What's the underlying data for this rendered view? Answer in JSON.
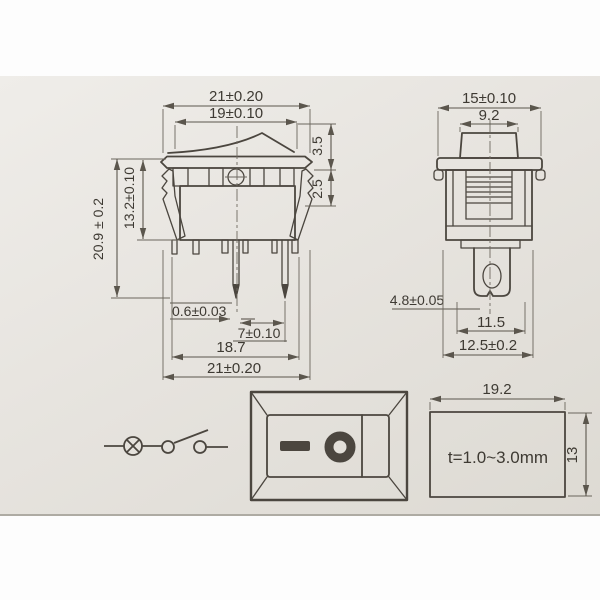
{
  "drawing": {
    "front_view": {
      "width_top": "21±0.20",
      "width_inner": "19±0.10",
      "rocker_height": "3.5",
      "flange_depth": "2.5",
      "total_height": "20.9 ± 0.2",
      "body_height": "13.2±0.10",
      "terminal_thickness": "0.6±0.03",
      "terminal_pitch": "7±0.10",
      "terminal_span": "18.7",
      "width_bottom": "21±0.20"
    },
    "side_view": {
      "flange_width": "15±0.10",
      "button_width": "9.2",
      "terminal_width": "4.8±0.05",
      "lower_width": "11.5",
      "body_width": "12.5±0.2"
    },
    "panel_cutout": {
      "width": "19.2",
      "height": "13",
      "thickness_note": "t=1.0~3.0mm"
    }
  }
}
